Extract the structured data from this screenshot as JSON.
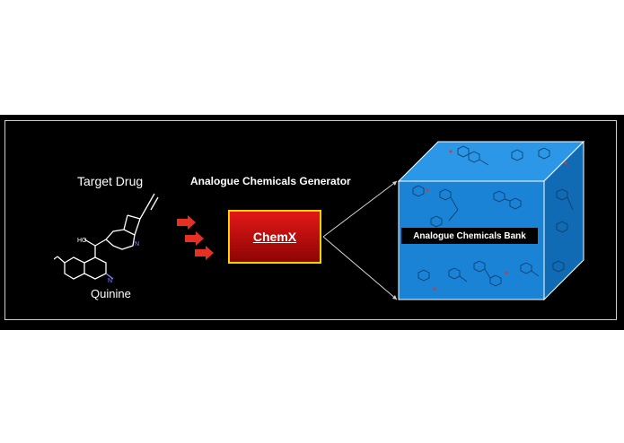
{
  "diagram": {
    "target_title": "Target Drug",
    "molecule_name": "Quinine",
    "generator_title": "Analogue Chemicals Generator",
    "generator_name": "ChemX",
    "bank_name": "Analogue Chemicals Bank"
  },
  "colors": {
    "background": "#000000",
    "arrow": "#e53023",
    "generator_fill": "#c8100f",
    "generator_border": "#ffd200",
    "cube_front": "#1a83d6",
    "cube_top": "#2b97e6",
    "cube_side": "#106bb4"
  },
  "icons": [
    "quinine-structure",
    "right-arrow",
    "molecule-doodle"
  ]
}
